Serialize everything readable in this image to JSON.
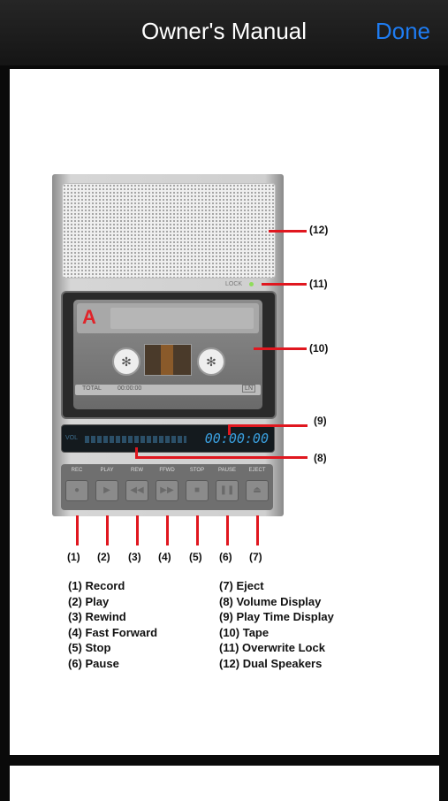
{
  "navbar": {
    "title": "Owner's Manual",
    "done_label": "Done"
  },
  "device": {
    "side_label": "A",
    "lock_label": "LOCK",
    "counter_total_label": "TOTAL",
    "counter_value": "00:00:00",
    "tape_mode": "LN",
    "vol_label": "VOL",
    "time_display": "00:00:00",
    "buttons": [
      "REC",
      "PLAY",
      "REW",
      "FFWD",
      "STOP",
      "PAUSE",
      "EJECT"
    ]
  },
  "annotations": {
    "a1": "(1)",
    "a2": "(2)",
    "a3": "(3)",
    "a4": "(4)",
    "a5": "(5)",
    "a6": "(6)",
    "a7": "(7)",
    "a8": "(8)",
    "a9": "(9)",
    "a10": "(10)",
    "a11": "(11)",
    "a12": "(12)"
  },
  "legend": {
    "left": [
      "(1) Record",
      "(2) Play",
      "(3) Rewind",
      "(4) Fast Forward",
      "(5) Stop",
      "(6) Pause"
    ],
    "right": [
      "(7) Eject",
      "(8) Volume Display",
      "(9) Play Time Display",
      "(10) Tape",
      "(11) Overwrite Lock",
      "(12) Dual Speakers"
    ]
  },
  "colors": {
    "accent_red": "#e0171f",
    "done_blue": "#1e7cf2"
  }
}
